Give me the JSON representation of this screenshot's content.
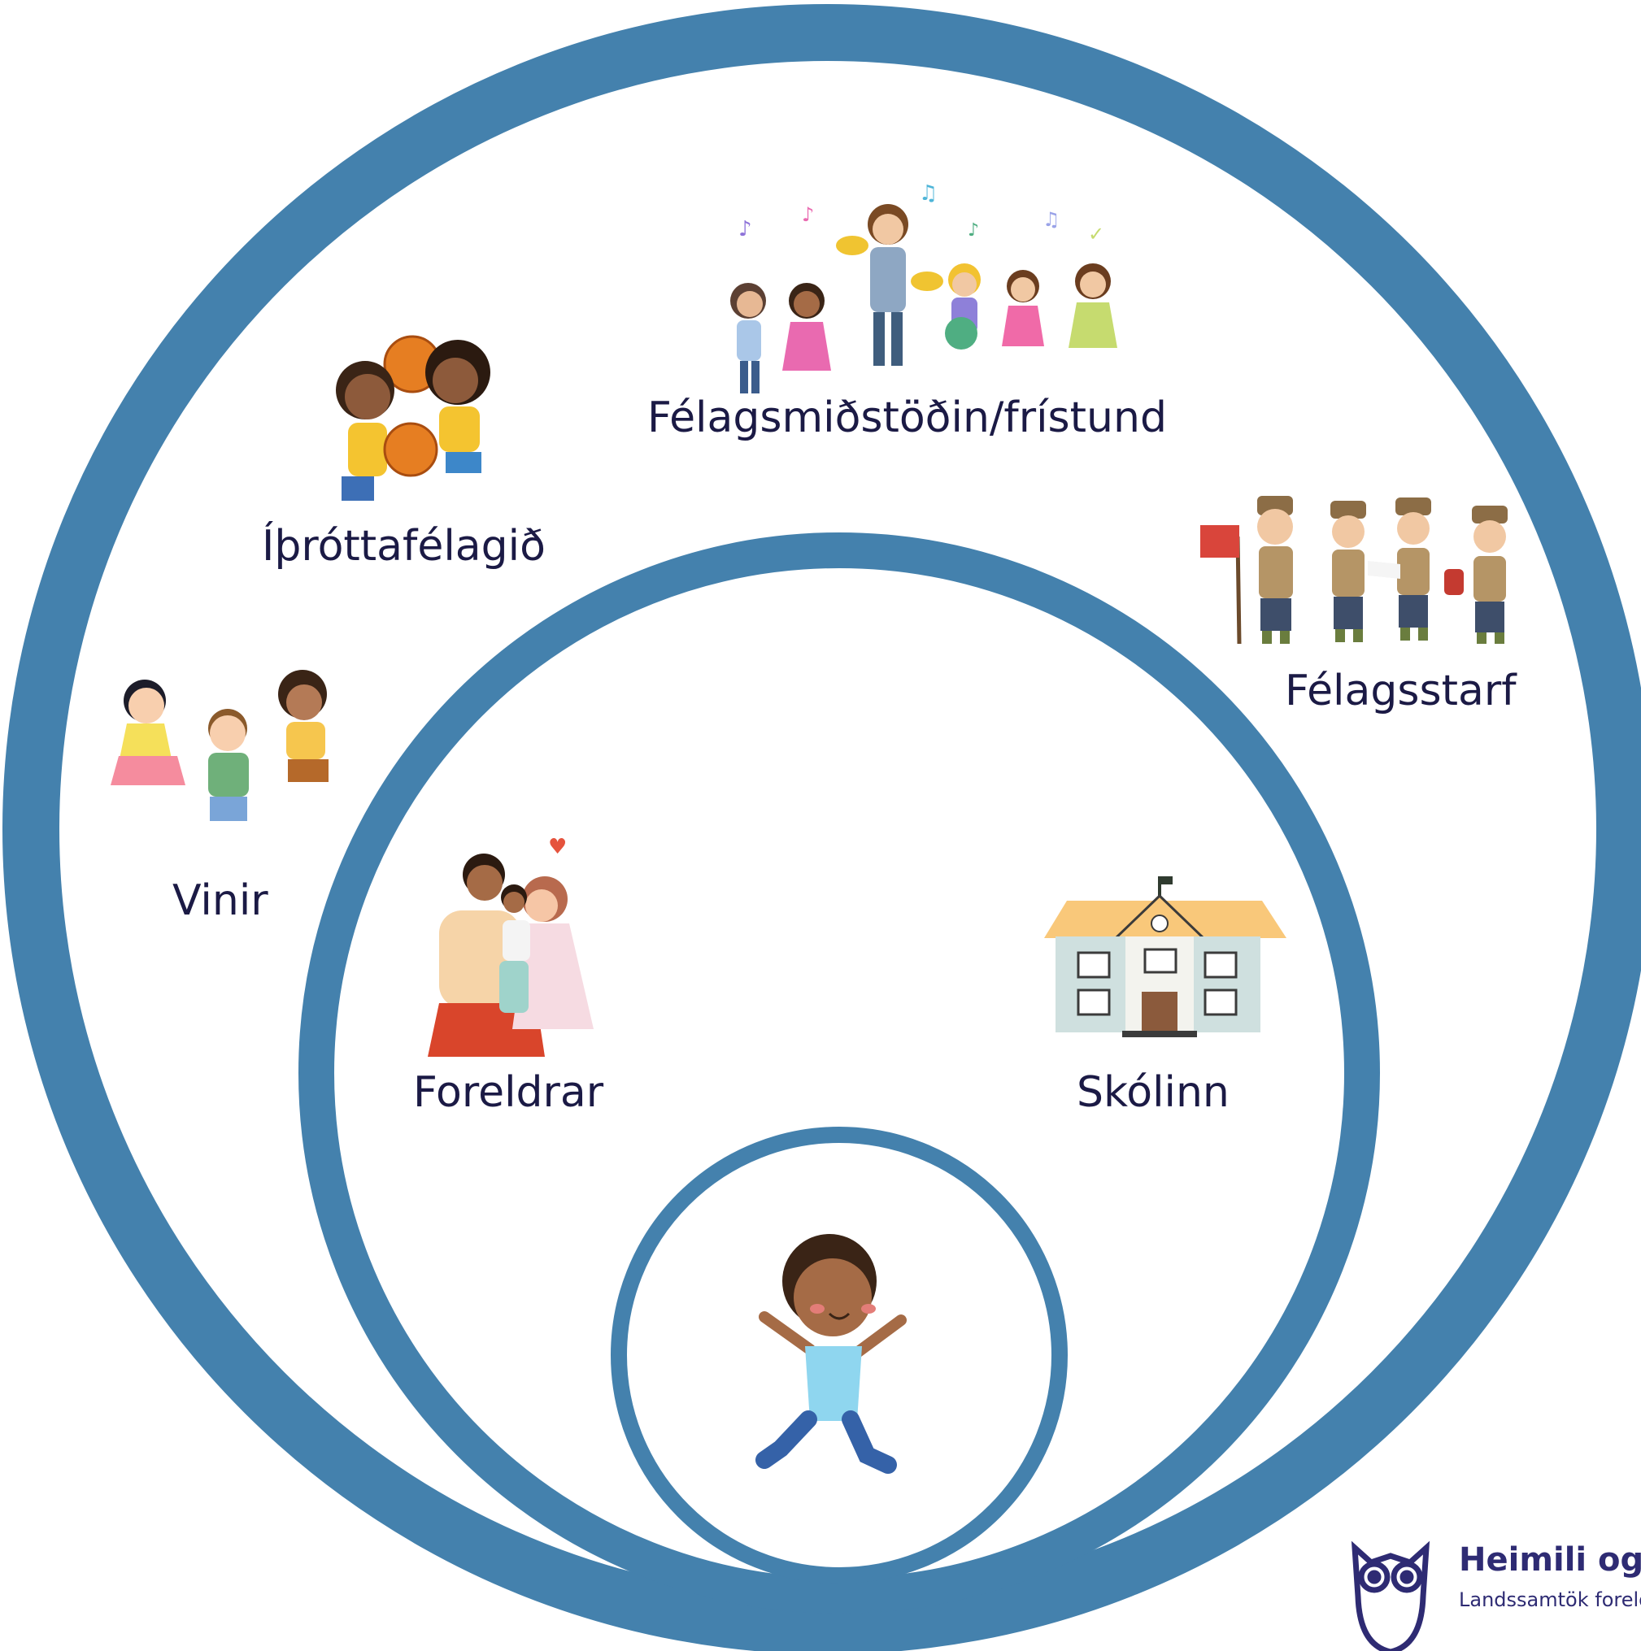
{
  "diagram": {
    "ring_color": "#4481ad",
    "label_color": "#1b1a45",
    "labels": {
      "center_group": "Félagsmiðstöðin/frístund",
      "sports_club": "Íþróttafélagið",
      "social_activity": "Félagsstarf",
      "friends": "Vinir",
      "parents": "Foreldrar",
      "school": "Skólinn"
    },
    "illustrations": [
      "music-children-icon",
      "basketball-kids-icon",
      "scouts-icon",
      "friends-jumping-icon",
      "family-hug-icon",
      "school-building-icon",
      "happy-child-icon"
    ]
  },
  "logo": {
    "title": "Heimili og skóli",
    "subtitle": "Landssamtök foreldra"
  }
}
